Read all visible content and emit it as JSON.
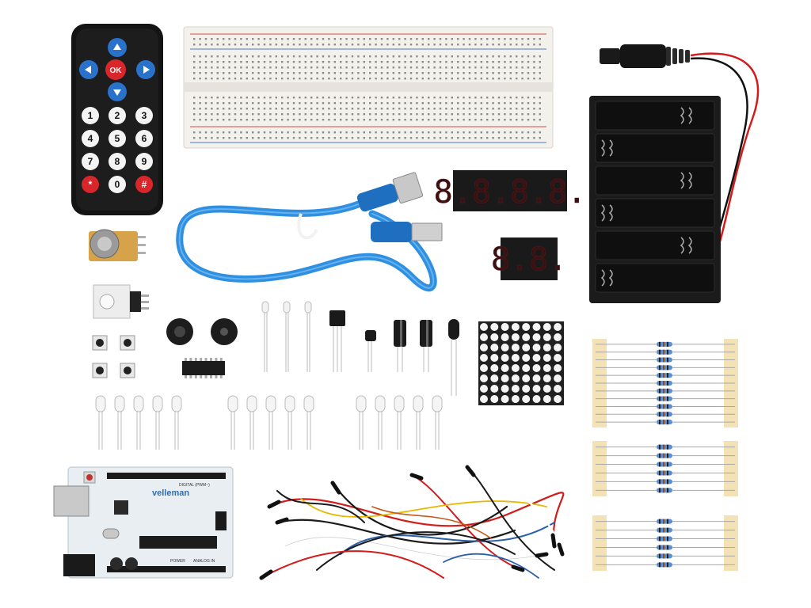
{
  "remote": {
    "ok_label": "OK",
    "keys": [
      "1",
      "2",
      "3",
      "4",
      "5",
      "6",
      "7",
      "8",
      "9",
      "*",
      "0",
      "#"
    ]
  },
  "display4": {
    "text": "8.8.8.8."
  },
  "display2": {
    "text": "8.8."
  },
  "board": {
    "brand": "velleman",
    "digital_label": "DIGITAL (PWM~)",
    "analog_label": "ANALOG IN",
    "power_label": "POWER"
  },
  "colors": {
    "usb_cable": "#2f8fe0",
    "remote_body": "#141414",
    "remote_arrow": "#2a72c9",
    "remote_ok": "#d9262b",
    "board": "#e9eef2",
    "breadboard": "#f3f1ec",
    "battery_holder": "#1b1b1b",
    "led_display_digit": "#d22020",
    "resistor_band": "#2b5fa8"
  }
}
